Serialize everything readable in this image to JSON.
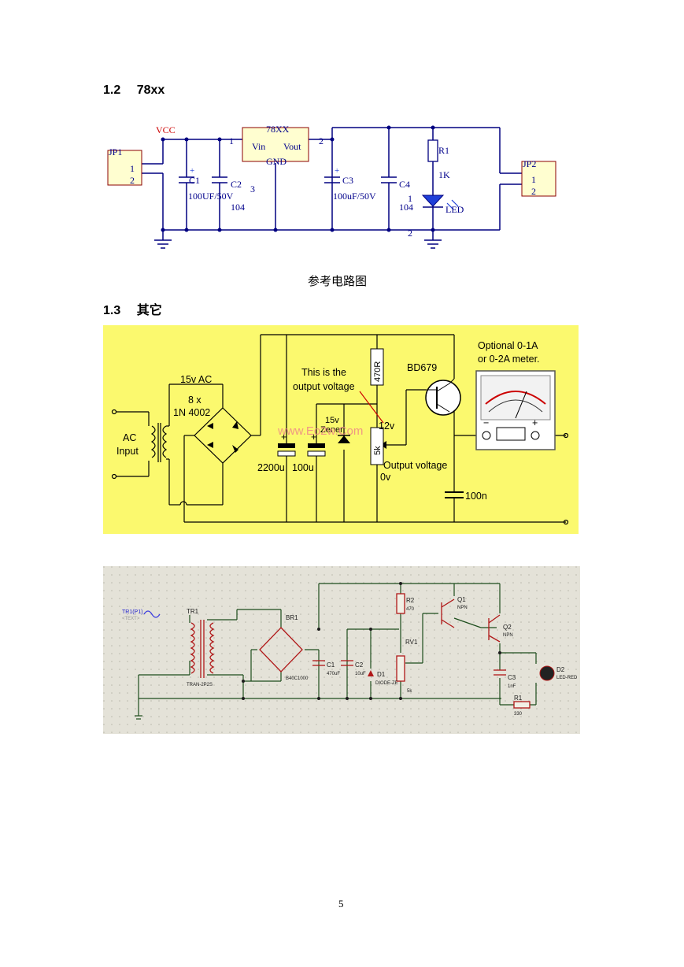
{
  "sections": [
    {
      "number": "1.2",
      "title": "78xx"
    },
    {
      "number": "1.3",
      "title": "其它"
    }
  ],
  "figure1": {
    "caption": "参考电路图",
    "labels": {
      "vcc": "VCC",
      "jp1": "JP1",
      "jp2": "JP2",
      "pin1": "1",
      "pin2": "2",
      "pin3": "3",
      "reg": "78XX",
      "vin": "Vin",
      "vout": "Vout",
      "gnd": "GND",
      "c1": "C1",
      "c2": "C2",
      "c3": "C3",
      "c4": "C4",
      "c1v": "100UF/50V",
      "c2v": "104",
      "c3v": "100uF/50V",
      "c4v": "104",
      "r1": "R1",
      "r1v": "1K",
      "led": "LED"
    }
  },
  "figure2": {
    "labels": {
      "ac1": "AC",
      "ac2": "Input",
      "v15ac": "15v AC",
      "n8x": "8 x",
      "n4002": "1N 4002",
      "this1": "This is the",
      "this2": "output voltage",
      "r470": "470R",
      "bd": "BD679",
      "opt1": "Optional 0-1A",
      "opt2": "or 0-2A meter.",
      "z1": "15v",
      "z2": "Zener",
      "v12": "12v",
      "r5k": "5k",
      "outv": "Output voltage",
      "v0": "0v",
      "c2200": "2200u",
      "c100u": "100u",
      "c100n": "100n",
      "plus": "+",
      "minus": "−",
      "watermark": "www.Eo2w.Com"
    }
  },
  "figure3": {
    "labels": {
      "tr1p": "TR1(P1)",
      "text": "<TEXT>",
      "tr1": "TR1",
      "tran": "TRAN-2P2S",
      "br1": "BR1",
      "bridge": "B40C1000",
      "c1": "C1",
      "c1v": "470uF",
      "c2": "C2",
      "c2v": "10uF",
      "d1": "D1",
      "d1v": "DIODE-ZE",
      "r2": "R2",
      "r2v": "470",
      "rv1": "RV1",
      "rv1v": "5k",
      "q1": "Q1",
      "q2": "Q2",
      "npn": "NPN",
      "c3": "C3",
      "c3v": "1nF",
      "r1": "R1",
      "r1v": "330",
      "d2": "D2",
      "d2v": "LED-RED"
    }
  },
  "page_number": "5",
  "colors": {
    "wire_blue": "#000080",
    "label_blue": "#00008b",
    "red": "#cc0000",
    "yellow": "#fbf96e",
    "maroon": "#8b0000",
    "grid_bg": "#e4e2d8"
  }
}
